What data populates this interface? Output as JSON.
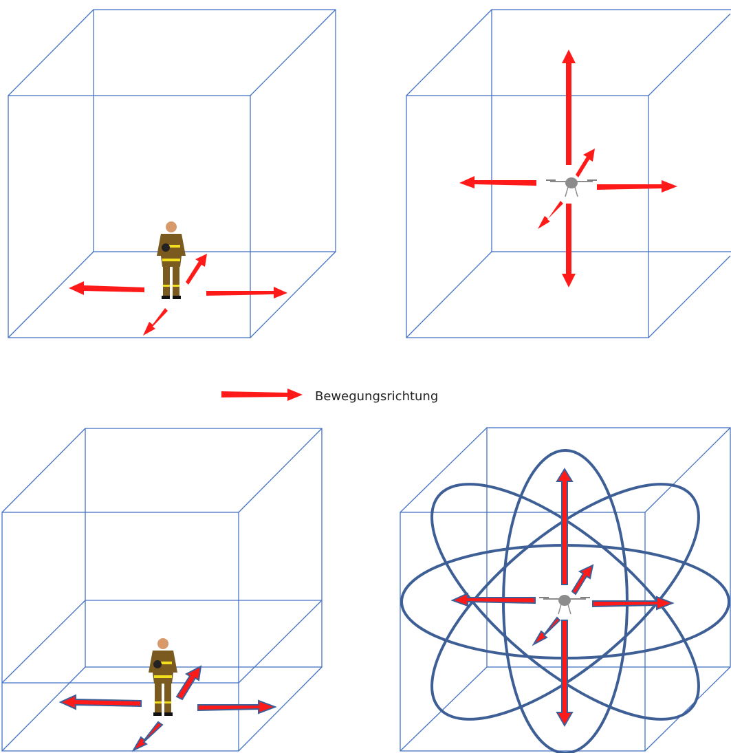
{
  "legend": {
    "label": "Bewegungsrichtung"
  },
  "colors": {
    "cube_line": "#4472c4",
    "arrow_fill": "#ff1a1a",
    "arrow_outline": "#3a5f99",
    "ellipse": "#3d5f95",
    "uniform": "#7a5a1e",
    "reflective": "#f2e01e",
    "skin": "#d89a6a",
    "drone_body": "#8c8c8c"
  },
  "icons": {
    "person": "firefighter-icon",
    "drone": "drone-icon",
    "arrow": "arrow-icon"
  },
  "panels": [
    {
      "name": "panel-firefighter-plane",
      "subject": "firefighter",
      "ellipses": false,
      "arrow_outline": false
    },
    {
      "name": "panel-drone-3d",
      "subject": "drone",
      "ellipses": false,
      "arrow_outline": false
    },
    {
      "name": "panel-firefighter-layer",
      "subject": "firefighter",
      "ellipses": false,
      "arrow_outline": true
    },
    {
      "name": "panel-drone-orbits",
      "subject": "drone",
      "ellipses": true,
      "arrow_outline": true
    }
  ]
}
